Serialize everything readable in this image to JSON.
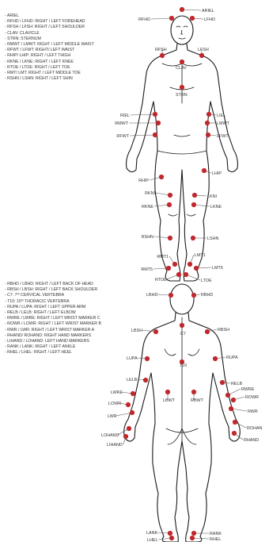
{
  "legend_front": [
    "- ARIEL",
    "- RFHD / LFHD: RIGHT / LEFT FOREHEAD",
    "- RFSH / LFSH: RIGHT / LEFT SHOULDER",
    "- CLAV: CLAVICLE",
    "- STRN: STERNUM",
    "- RMWT / LMWT: RIGHT / LEFT MIDDLE WAIST",
    "- RFWT / LFWT: RIGHT/ LEFT WAIST",
    "- RHIP/ LHIP: RIGHT / LEFT THIGH",
    "- RKNE / LKNE: RIGHT / LEFT KNEE",
    "- RTOE / LTOE: RIGHT / LEFT TOE",
    "- RMT/ LMT: RIGHT / LEFT MIDDLE TOE",
    "- RSHN / LSHN: RIGHT / LEFT SHIN"
  ],
  "legend_back": [
    "- RBHD / LBHD: RIGHT / LEFT BACK OF HEAD",
    "- RBSH / LBSH: RIGHT / LEFT BACK SHOULDER",
    "- C7: 7ᵗʰ CERVICAL VERTEBRA",
    "- T10: 10ᵗʰ THORACIC VERTEBRA",
    "- RUPA / LUPA: RIGHT / LEFT UPPER ARM",
    "- RELB / LELB: RIGHT / LEFT ELBOW",
    "- RWRE / LWRE: RIGHT / LEFT WRIST MARKER C",
    "- ROWR / LOWR: RIGHT / LEFT WRIST MARKER B",
    "- RWR / LWR: RIGHT / LEFT WRIST MARKER A",
    "- RHAND/ ROHAND: RIGHT HAND MARKERS",
    "- LIHAND / LOHAND: LEFT HAND MARKERS",
    "- RANK / LANK: RIGHT / LEFT ANKLE",
    "- RHEL / LHEL: RIGHT / LEFT HEEL"
  ],
  "marker_color": "#c0282d",
  "front_markers": [
    {
      "label": "ARIEL"
    },
    {
      "label": "RFHD"
    },
    {
      "label": "LFHD"
    },
    {
      "label": "RFSH"
    },
    {
      "label": "LFSH"
    },
    {
      "label": "CLAV"
    },
    {
      "label": "STRN"
    },
    {
      "label": "RIEL"
    },
    {
      "label": "RMWT"
    },
    {
      "label": "LIEL"
    },
    {
      "label": "LMWT"
    },
    {
      "label": "RFWT"
    },
    {
      "label": "LFWT"
    },
    {
      "label": "RHIP"
    },
    {
      "label": "LHIP"
    },
    {
      "label": "RKNI"
    },
    {
      "label": "RKNE"
    },
    {
      "label": "LKNI"
    },
    {
      "label": "LKNE"
    },
    {
      "label": "RSHN"
    },
    {
      "label": "LSHN"
    },
    {
      "label": "RMT1"
    },
    {
      "label": "LMT1"
    },
    {
      "label": "RMT5"
    },
    {
      "label": "LMT5"
    },
    {
      "label": "RTOE"
    },
    {
      "label": "LTOE"
    }
  ],
  "back_markers": [
    {
      "label": "LBHD"
    },
    {
      "label": "RBHD"
    },
    {
      "label": "C7"
    },
    {
      "label": "LBSH"
    },
    {
      "label": "RBSH"
    },
    {
      "label": "LUPA"
    },
    {
      "label": "RUPA"
    },
    {
      "label": "T10"
    },
    {
      "label": "LELB"
    },
    {
      "label": "RELB"
    },
    {
      "label": "LWRE"
    },
    {
      "label": "LOWR"
    },
    {
      "label": "LWR"
    },
    {
      "label": "LBWT"
    },
    {
      "label": "RBWT"
    },
    {
      "label": "RWRE"
    },
    {
      "label": "ROWR"
    },
    {
      "label": "RWR"
    },
    {
      "label": "LOHAND"
    },
    {
      "label": "LIHAND"
    },
    {
      "label": "ROHAN"
    },
    {
      "label": "RHAND"
    },
    {
      "label": "LANK"
    },
    {
      "label": "RANK"
    },
    {
      "label": "LHEL"
    },
    {
      "label": "RHEL"
    }
  ]
}
